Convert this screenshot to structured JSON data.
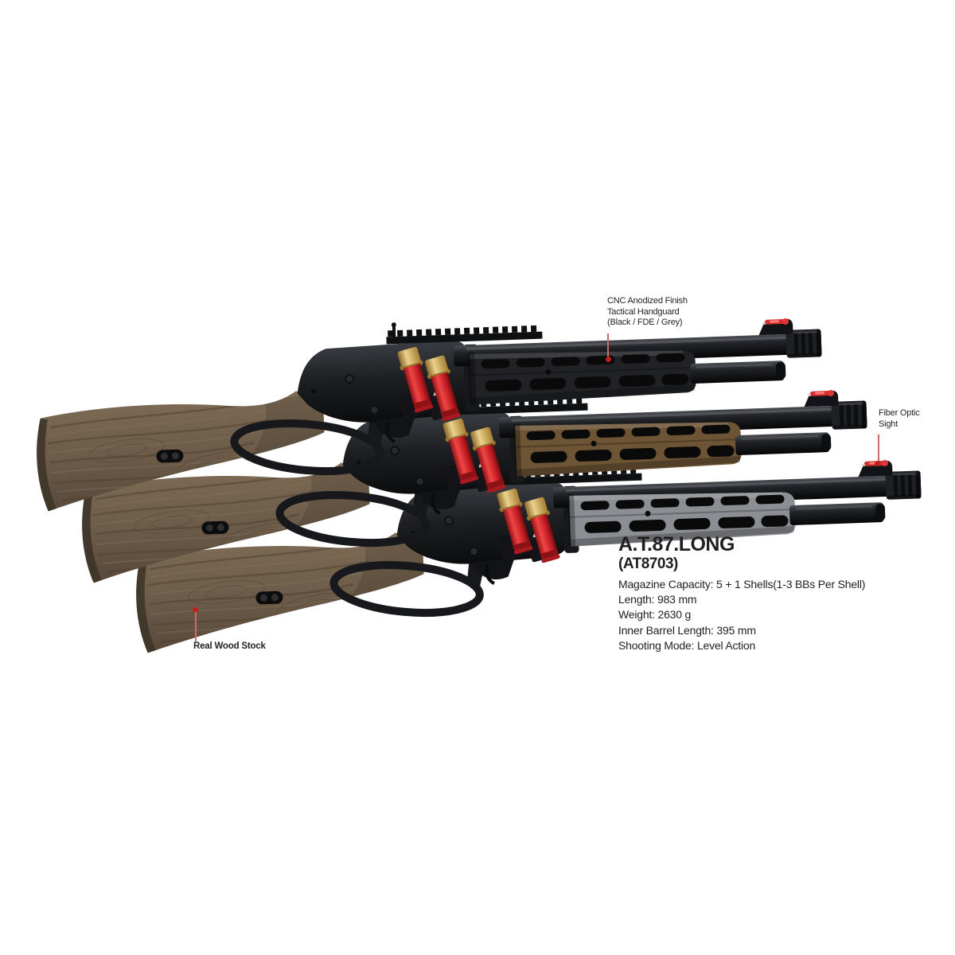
{
  "product": {
    "title": "A.T.87.LONG",
    "model_code": "(AT8703)",
    "specs": [
      "Magazine Capacity: 5 + 1 Shells(1-3 BBs Per Shell)",
      "Length: 983 mm",
      "Weight: 2630 g",
      "Inner Barrel Length: 395 mm",
      "Shooting Mode: Level Action"
    ]
  },
  "callouts": {
    "handguard": {
      "lines": [
        "CNC Anodized Finish",
        "Tactical Handguard",
        "(Black / FDE / Grey)"
      ]
    },
    "fiber_optic_sight": {
      "lines": [
        "Fiber Optic",
        "Sight"
      ]
    },
    "real_wood_stock": {
      "lines": [
        "Real Wood Stock"
      ]
    }
  },
  "guns": [
    {
      "finish": "Black",
      "handguard_color": "#212226",
      "position": "top"
    },
    {
      "finish": "FDE",
      "handguard_color": "#6d5435",
      "position": "middle"
    },
    {
      "finish": "Grey",
      "handguard_color": "#8b8e92",
      "position": "bottom"
    }
  ],
  "colors": {
    "background": "#ffffff",
    "text": "#1f1f1f",
    "callout_line": "#c96b6b",
    "callout_dot": "#bf1f1f",
    "wood": "#6f5f4b",
    "metal_black": "#1b1d1f",
    "shell_red": "#c01c22",
    "brass": "#c9a254",
    "fiber_optic_red": "#e23434"
  }
}
